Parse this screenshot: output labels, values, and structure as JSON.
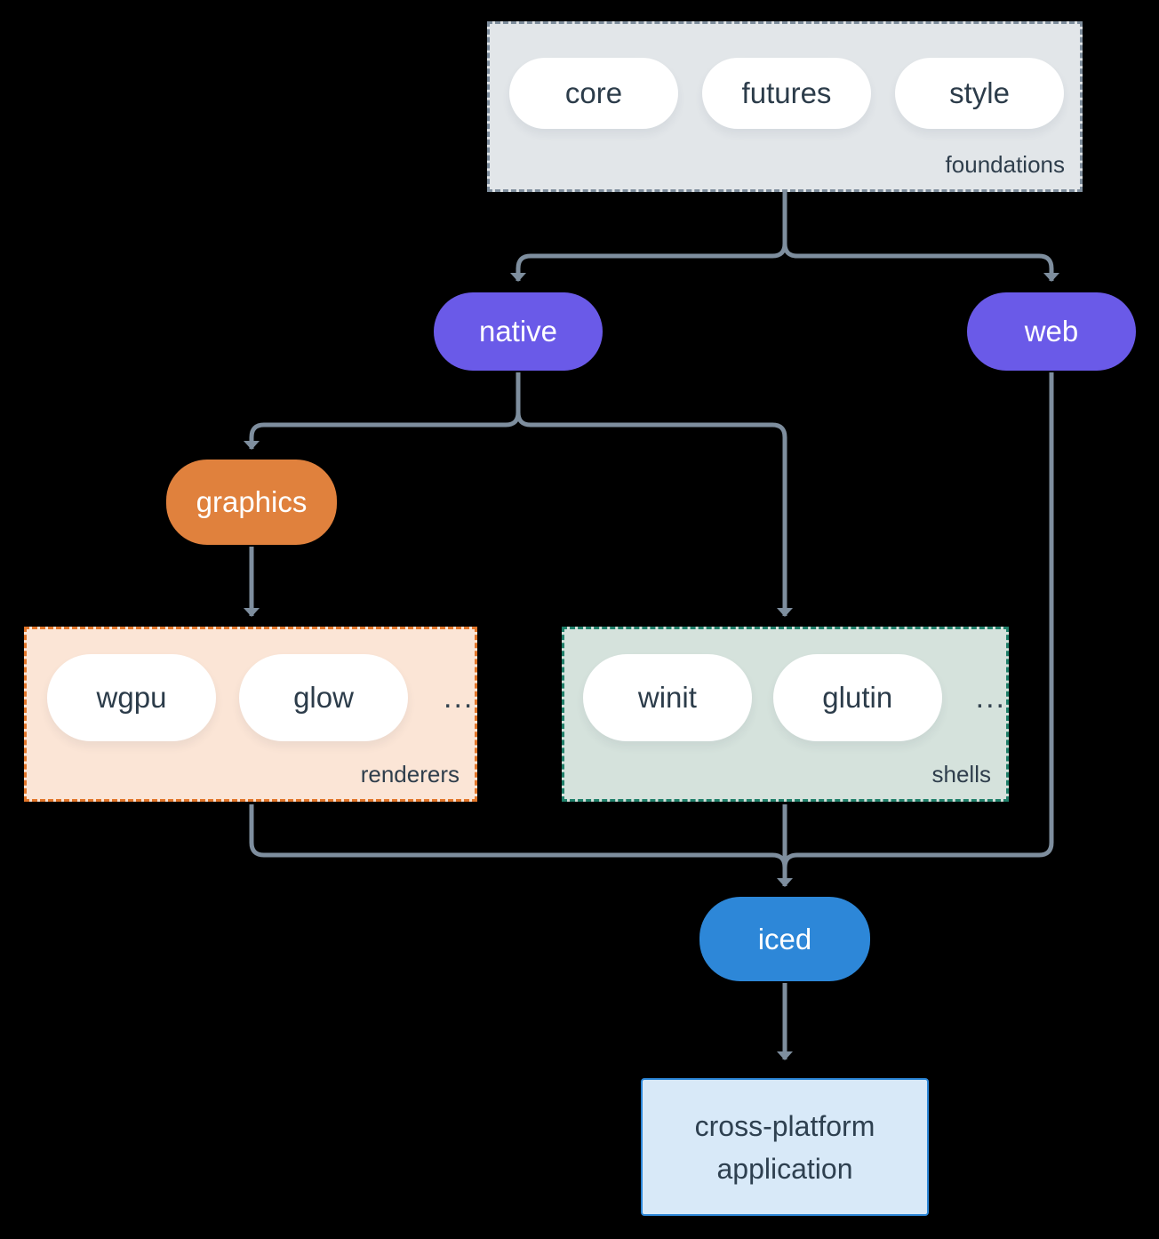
{
  "diagram": {
    "background_color": "#000000",
    "edge_color": "#7e8e9e",
    "text_color": "#2f3e4c",
    "groups": {
      "foundations": {
        "label": "foundations",
        "pills": [
          "core",
          "futures",
          "style"
        ],
        "fill": "#e2e6e9",
        "border_color": "#7e8d9c",
        "border_style": "dashed"
      },
      "renderers": {
        "label": "renderers",
        "pills": [
          "wgpu",
          "glow"
        ],
        "ellipsis": "...",
        "fill": "#fbe5d6",
        "border_color": "#e2762a",
        "border_style": "dashed"
      },
      "shells": {
        "label": "shells",
        "pills": [
          "winit",
          "glutin"
        ],
        "ellipsis": "...",
        "fill": "#d5e2dc",
        "border_color": "#20806a",
        "border_style": "dashed"
      }
    },
    "nodes": {
      "native": {
        "label": "native",
        "fill": "#6a5ae8",
        "text_color": "#ffffff"
      },
      "web": {
        "label": "web",
        "fill": "#6a5ae8",
        "text_color": "#ffffff"
      },
      "graphics": {
        "label": "graphics",
        "fill": "#e0813d",
        "text_color": "#ffffff"
      },
      "iced": {
        "label": "iced",
        "fill": "#2d87d8",
        "text_color": "#ffffff"
      },
      "application": {
        "label_line1": "cross-platform",
        "label_line2": "application",
        "fill": "#d8e9f8",
        "border_color": "#2d87d8"
      }
    },
    "edges": [
      {
        "from": "foundations",
        "to": "native"
      },
      {
        "from": "foundations",
        "to": "web"
      },
      {
        "from": "native",
        "to": "graphics"
      },
      {
        "from": "native",
        "to": "shells"
      },
      {
        "from": "graphics",
        "to": "renderers"
      },
      {
        "from": "renderers",
        "to": "iced"
      },
      {
        "from": "shells",
        "to": "iced"
      },
      {
        "from": "web",
        "to": "iced"
      },
      {
        "from": "iced",
        "to": "application"
      }
    ]
  }
}
